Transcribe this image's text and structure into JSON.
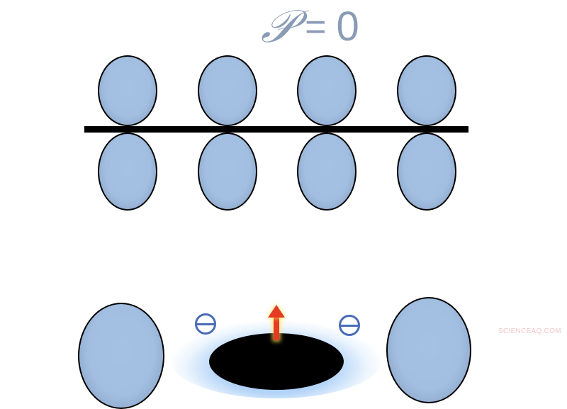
{
  "title": {
    "symbol": "𝒫",
    "equals": "=",
    "value": "0",
    "color": "#8a9bb5"
  },
  "diagram": {
    "description": "Orbital lobes (p-orbitals) above and below a line; net polarization zero",
    "orbital_pairs": [
      {
        "id": 1,
        "upper": "lobe",
        "lower": "lobe"
      },
      {
        "id": 2,
        "upper": "lobe",
        "lower": "lobe"
      },
      {
        "id": 3,
        "upper": "lobe",
        "lower": "lobe"
      },
      {
        "id": 4,
        "upper": "lobe",
        "lower": "lobe"
      }
    ],
    "lobe_color": "#a2bfe1",
    "line_color": "#000000"
  },
  "bottom_panel": {
    "charges": [
      {
        "symbol": "⊖",
        "position": "left"
      },
      {
        "symbol": "⊖",
        "position": "right"
      }
    ],
    "arrow": {
      "direction": "up",
      "color": "#e53a24"
    },
    "charge_color": "#4a6bb8"
  },
  "watermark": {
    "text": "SCIENCEAQ.COM",
    "color": "#f3c4cc"
  }
}
